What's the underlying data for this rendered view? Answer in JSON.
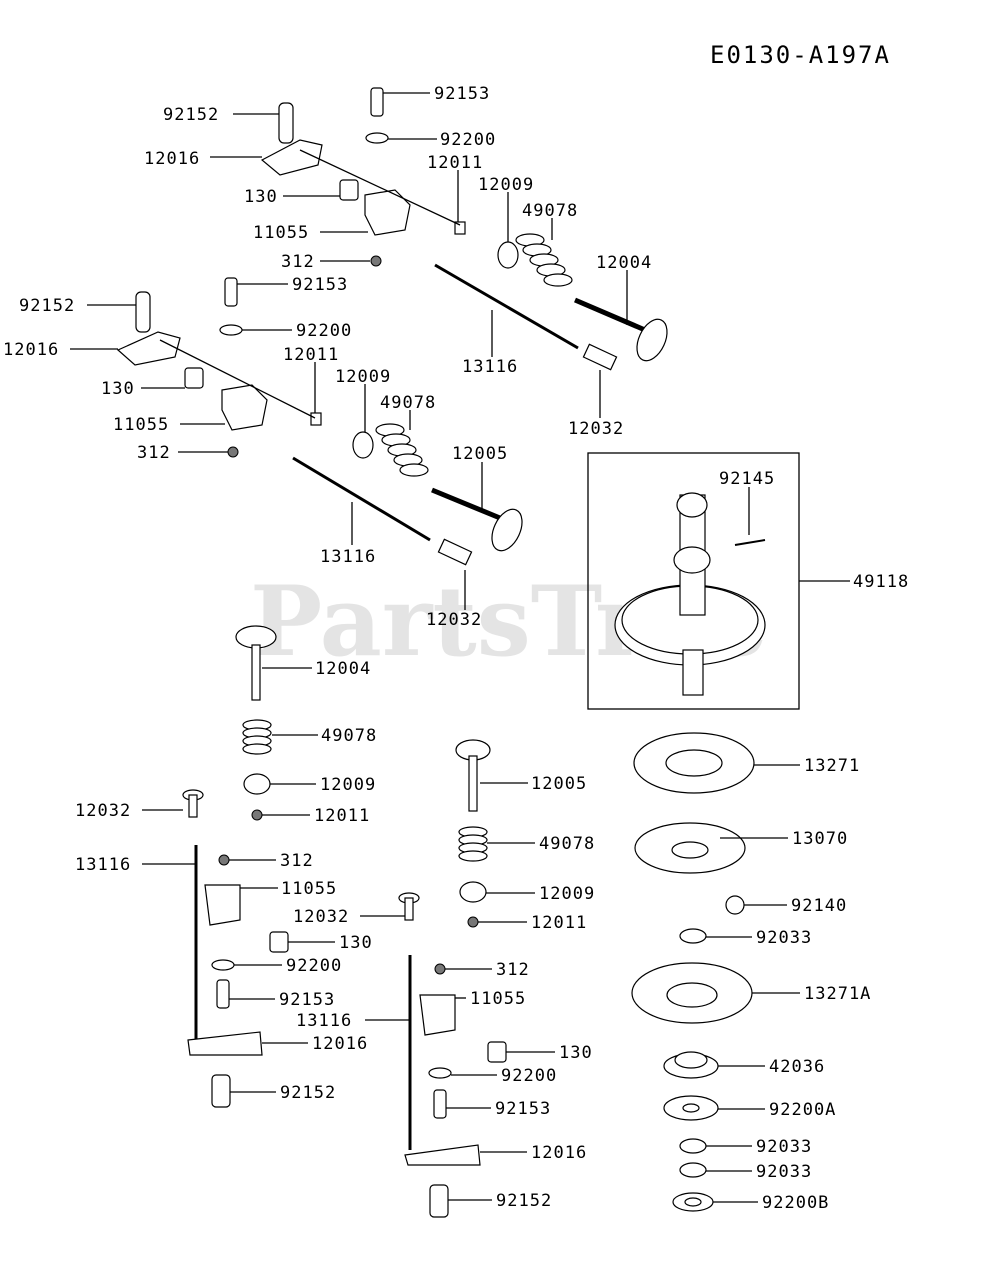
{
  "diagram_code": "E0130-A197A",
  "watermark": "PartsTree",
  "callouts": {
    "c1": "92153",
    "c2": "92152",
    "c3": "92200",
    "c4": "12016",
    "c5": "12011",
    "c6": "130",
    "c7": "12009",
    "c8": "49078",
    "c9": "11055",
    "c10": "312",
    "c11": "12004",
    "c12": "92152",
    "c13": "92153",
    "c14": "12016",
    "c15": "92200",
    "c16": "13116",
    "c17": "12011",
    "c18": "130",
    "c19": "12009",
    "c20": "49078",
    "c21": "12032",
    "c22": "11055",
    "c23": "312",
    "c24": "12005",
    "c25": "92145",
    "c26": "13116",
    "c27": "49118",
    "c28": "12032",
    "c29": "12004",
    "c30": "49078",
    "c31": "13271",
    "c32": "12009",
    "c33": "12005",
    "c34": "12032",
    "c35": "12011",
    "c36": "13070",
    "c37": "13116",
    "c38": "312",
    "c39": "49078",
    "c40": "11055",
    "c41": "12009",
    "c42": "92140",
    "c43": "12032",
    "c44": "12011",
    "c45": "130",
    "c46": "92033",
    "c47": "92200",
    "c48": "312",
    "c49": "13271A",
    "c50": "92153",
    "c51": "11055",
    "c52": "13116",
    "c53": "12016",
    "c54": "130",
    "c55": "42036",
    "c56": "92200",
    "c57": "92152",
    "c58": "92153",
    "c59": "92200A",
    "c60": "92033",
    "c61": "12016",
    "c62": "92033",
    "c63": "92152",
    "c64": "92200B"
  }
}
